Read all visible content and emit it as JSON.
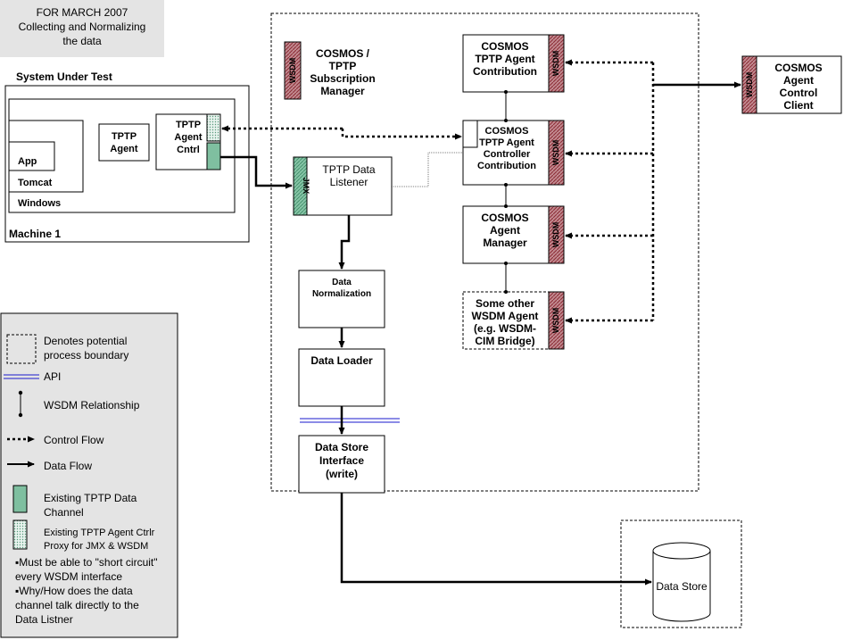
{
  "note": {
    "line1": "FOR MARCH 2007",
    "line2": "Collecting and Normalizing",
    "line3": "the data"
  },
  "sut": {
    "title": "System Under Test",
    "machine": "Machine 1",
    "windows": "Windows",
    "tomcat": "Tomcat",
    "app": "App",
    "tptp_agent": [
      "TPTP",
      "Agent"
    ],
    "agent_cntrl": [
      "TPTP",
      "Agent",
      "Cntrl"
    ]
  },
  "tags": {
    "wsdm": "WSDM",
    "jmx": "JMX"
  },
  "boxes": {
    "subscription_manager": [
      "COSMOS /",
      "TPTP",
      "Subscription",
      "Manager"
    ],
    "agent_contribution": [
      "COSMOS",
      "TPTP Agent",
      "Contribution"
    ],
    "controller_contribution": [
      "COSMOS",
      "TPTP Agent",
      "Controller",
      "Contribution"
    ],
    "agent_manager": [
      "COSMOS",
      "Agent",
      "Manager"
    ],
    "other_wsdm": [
      "Some other",
      "WSDM Agent",
      "(e.g. WSDM-",
      "CIM Bridge)"
    ],
    "control_client": [
      "COSMOS",
      "Agent",
      "Control",
      "Client"
    ],
    "data_listener": [
      "TPTP Data",
      "Listener"
    ],
    "data_normalization": [
      "Data",
      "Normalization"
    ],
    "data_loader": [
      "Data Loader"
    ],
    "data_store_interface": [
      "Data Store",
      "Interface",
      "(write)"
    ],
    "data_store": "Data Store"
  },
  "legend": {
    "process_boundary": [
      "Denotes potential",
      "process boundary"
    ],
    "api": "API",
    "wsdm_relationship": "WSDM Relationship",
    "control_flow": "Control Flow",
    "data_flow": "Data Flow",
    "existing_channel": [
      "Existing TPTP Data",
      "Channel"
    ],
    "existing_proxy": [
      "Existing TPTP Agent Ctrlr",
      "Proxy for JMX & WSDM"
    ],
    "notes": [
      "▪Must be able to \"short circuit\"",
      "every WSDM interface",
      "▪Why/How does the data",
      "channel talk directly to the",
      "Data Listner"
    ]
  },
  "colors": {
    "wsdm_tag": "#b8848a",
    "channel": "#7fbfa0",
    "legend_bg": "#e4e4e4",
    "api_line": "#1a1acc"
  }
}
